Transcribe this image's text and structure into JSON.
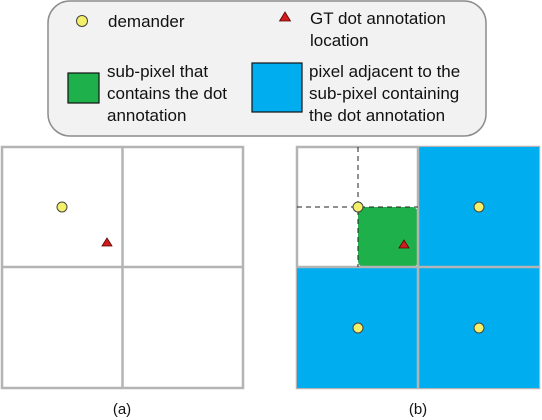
{
  "legend": {
    "demander_label": "demander",
    "gt_label_line1": "GT dot annotation",
    "gt_label_line2": "location",
    "subpixel_label_line1": "sub-pixel that",
    "subpixel_label_line2": "contains the dot",
    "subpixel_label_line3": "annotation",
    "adjacent_label_line1": "pixel adjacent to the",
    "adjacent_label_line2": "sub-pixel containing",
    "adjacent_label_line3": "the dot annotation"
  },
  "panels": {
    "a": {
      "caption": "(a)"
    },
    "b": {
      "caption": "(b)"
    }
  },
  "colors": {
    "demander": "#f5f06a",
    "annotation": "#d01c1c",
    "subpixel": "#1eb04b",
    "adjacent_pixel": "#00aeef",
    "grid": "#b4b4b4",
    "legend_border": "#8c8c8c",
    "legend_bg": "#f2f2f2"
  }
}
